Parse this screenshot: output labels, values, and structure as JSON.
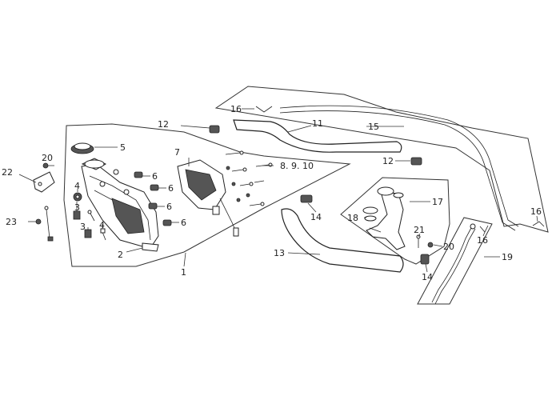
{
  "callouts": {
    "c1": "1",
    "c2": "2",
    "c3a": "3",
    "c3b": "3",
    "c4a": "4",
    "c4b": "4",
    "c5": "5",
    "c6a": "6",
    "c6b": "6",
    "c6c": "6",
    "c6d": "6",
    "c7": "7",
    "c8910": "8. 9. 10",
    "c11": "11",
    "c12a": "12",
    "c12b": "12",
    "c13": "13",
    "c14a": "14",
    "c14b": "14",
    "c15": "15",
    "c16a": "16",
    "c16b": "16",
    "c16c": "16",
    "c17": "17",
    "c18": "18",
    "c19": "19",
    "c20a": "20",
    "c20b": "20",
    "c21": "21",
    "c22": "22",
    "c23": "23"
  }
}
